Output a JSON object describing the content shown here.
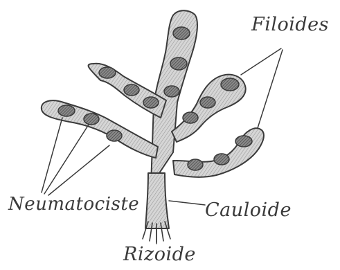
{
  "labels": {
    "filoides": "Filoides",
    "neumatocisto": "Neumatociste",
    "cauloide": "Cauloide",
    "rizoide": "Rizoide"
  },
  "colors": {
    "ink": "#3a3a3a",
    "shading": "#bdbdbd",
    "background": "#ffffff"
  }
}
